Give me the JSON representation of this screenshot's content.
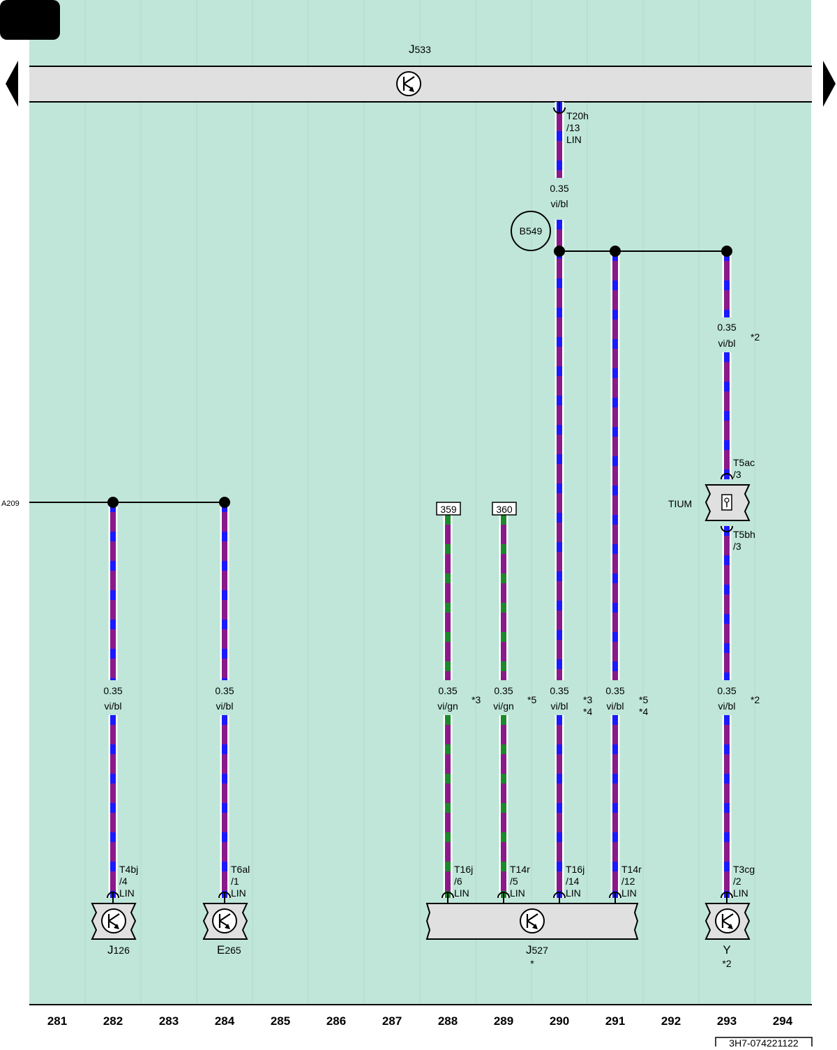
{
  "header": {
    "page_tab": ""
  },
  "columns": [
    "281",
    "282",
    "283",
    "284",
    "285",
    "286",
    "287",
    "288",
    "289",
    "290",
    "291",
    "292",
    "293",
    "294"
  ],
  "colors": {
    "background": "#bfe6d9",
    "violet": "#8a1a8a",
    "blue": "#1a1aff",
    "green": "#1a8a2a",
    "component": "#e0e0e0"
  },
  "bus": {
    "label": "J",
    "label_sub": "533"
  },
  "top_connector": {
    "name": "T20h",
    "pin": "/13",
    "signal": "LIN",
    "gauge": "0.35",
    "color": "vi/bl"
  },
  "splice": {
    "label": "B549"
  },
  "ext_ref": {
    "label": "A209"
  },
  "refs": [
    {
      "label": "359"
    },
    {
      "label": "360"
    }
  ],
  "wires": [
    {
      "id": "282",
      "gauge": "0.35",
      "color": "vi/bl",
      "note1": "",
      "note2": "",
      "connector": "T4bj",
      "pin": "/4",
      "signal": "LIN"
    },
    {
      "id": "284",
      "gauge": "0.35",
      "color": "vi/bl",
      "note1": "",
      "note2": "",
      "connector": "T6al",
      "pin": "/1",
      "signal": "LIN"
    },
    {
      "id": "288",
      "gauge": "0.35",
      "color": "vi/gn",
      "note1": "*3",
      "note2": "",
      "connector": "T16j",
      "pin": "/6",
      "signal": "LIN"
    },
    {
      "id": "289",
      "gauge": "0.35",
      "color": "vi/gn",
      "note1": "*5",
      "note2": "",
      "connector": "T14r",
      "pin": "/5",
      "signal": "LIN"
    },
    {
      "id": "290",
      "gauge": "0.35",
      "color": "vi/bl",
      "note1": "*3",
      "note2": "*4",
      "connector": "T16j",
      "pin": "/14",
      "signal": "LIN"
    },
    {
      "id": "291",
      "gauge": "0.35",
      "color": "vi/bl",
      "note1": "*5",
      "note2": "*4",
      "connector": "T14r",
      "pin": "/12",
      "signal": "LIN"
    },
    {
      "id": "293",
      "gauge": "0.35",
      "color": "vi/bl",
      "note1": "*2",
      "note2": "",
      "connector": "T3cg",
      "pin": "/2",
      "signal": "LIN"
    }
  ],
  "upper293": {
    "gauge": "0.35",
    "color": "vi/bl",
    "note": "*2"
  },
  "tium": {
    "label": "TIUM",
    "top_conn": "T5ac",
    "top_pin": "/3",
    "bot_conn": "T5bh",
    "bot_pin": "/3"
  },
  "components": [
    {
      "id": "J126",
      "prefix": "J",
      "sub": "126",
      "note": ""
    },
    {
      "id": "E265",
      "prefix": "E",
      "sub": "265",
      "note": ""
    },
    {
      "id": "J527",
      "prefix": "J",
      "sub": "527",
      "note": "*"
    },
    {
      "id": "Y",
      "prefix": "Y",
      "sub": "",
      "note": "*2"
    }
  ],
  "footer": {
    "doc_id": "3H7-074221122"
  }
}
